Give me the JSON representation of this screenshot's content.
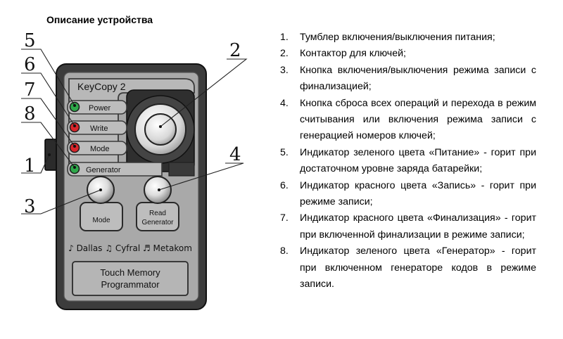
{
  "title": "Описание устройства",
  "device": {
    "name": "KeyCopy 2",
    "indicators": [
      {
        "label": "Power",
        "color": "#2ea84a"
      },
      {
        "label": "Write",
        "color": "#d8262c"
      },
      {
        "label": "Mode",
        "color": "#d8262c"
      },
      {
        "label": "Generator",
        "color": "#2ea84a"
      }
    ],
    "buttons": {
      "mode_label": "Mode",
      "read_generator_lines": [
        "Read",
        "Generator"
      ]
    },
    "protocols": "♪ Dallas ♫ Cyfral ♬ Metakom",
    "panel_lines": [
      "Touch Memory",
      "Programmator"
    ]
  },
  "callouts": [
    "1",
    "2",
    "3",
    "4",
    "5",
    "6",
    "7",
    "8"
  ],
  "descriptions": [
    {
      "num": "1.",
      "text": "Тумблер включения/выключения питания;"
    },
    {
      "num": "2.",
      "text": "Контактор для ключей;"
    },
    {
      "num": "3.",
      "text": "Кнопка включения/выключения режима записи с финализацией;"
    },
    {
      "num": "4.",
      "text": "Кнопка сброса всех операций и перехода в режим считывания или включения режима записи с генерацией номеров ключей;"
    },
    {
      "num": "5.",
      "text": "Индикатор зеленого цвета «Питание» - горит при достаточном уровне заряда батарейки;"
    },
    {
      "num": "6.",
      "text": "Индикатор красного цвета «Запись» - горит при режиме записи;"
    },
    {
      "num": "7.",
      "text": "Индикатор красного цвета «Финализация» - горит при включенной финализации в режиме записи;"
    },
    {
      "num": "8.",
      "text": "Индикатор зеленого цвета «Генератор» - горит при включенном генераторе кодов в режиме записи."
    }
  ]
}
